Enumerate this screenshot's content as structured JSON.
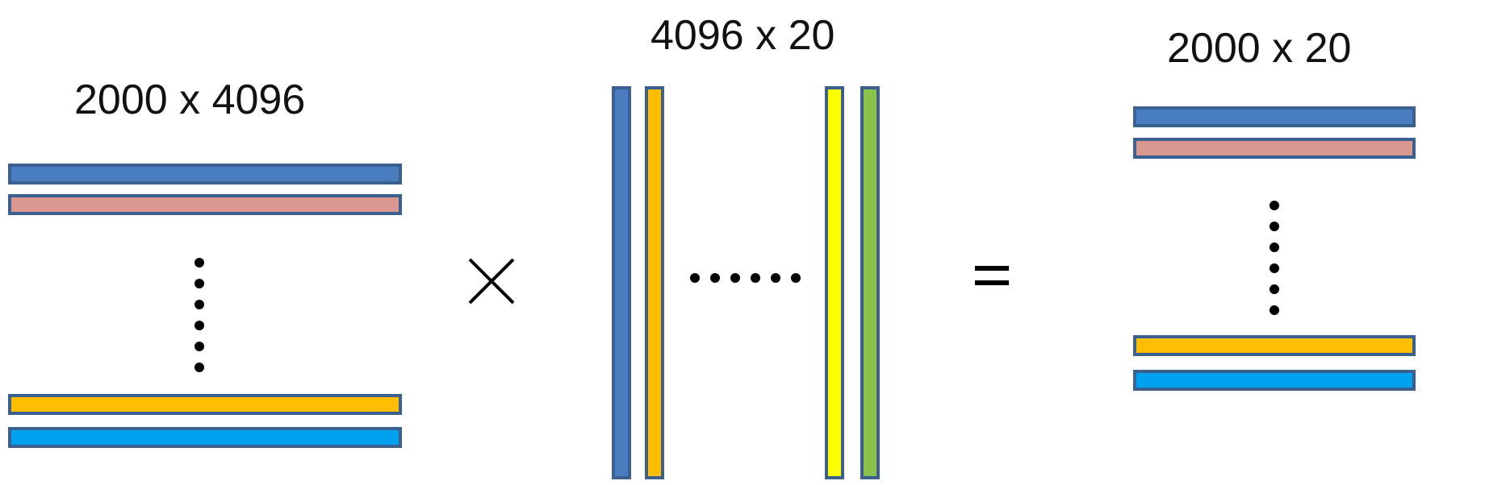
{
  "labels": {
    "left_matrix": "2000 x 4096",
    "middle_matrix": "4096 x 20",
    "right_matrix": "2000 x 20"
  },
  "operators": {
    "multiply": "×",
    "equals": "="
  },
  "colors": {
    "border": "#3b5f8f",
    "blue": "#4a7cc0",
    "pink": "#d9978f",
    "orange": "#ffbf00",
    "light_blue": "#00a2f0",
    "yellow": "#ffff00",
    "green": "#8bc34a"
  },
  "left_rows": [
    "blue",
    "pink",
    "orange",
    "light_blue"
  ],
  "middle_columns": [
    "blue",
    "orange",
    "yellow",
    "green"
  ],
  "right_rows": [
    "blue",
    "pink",
    "orange",
    "light_blue"
  ]
}
